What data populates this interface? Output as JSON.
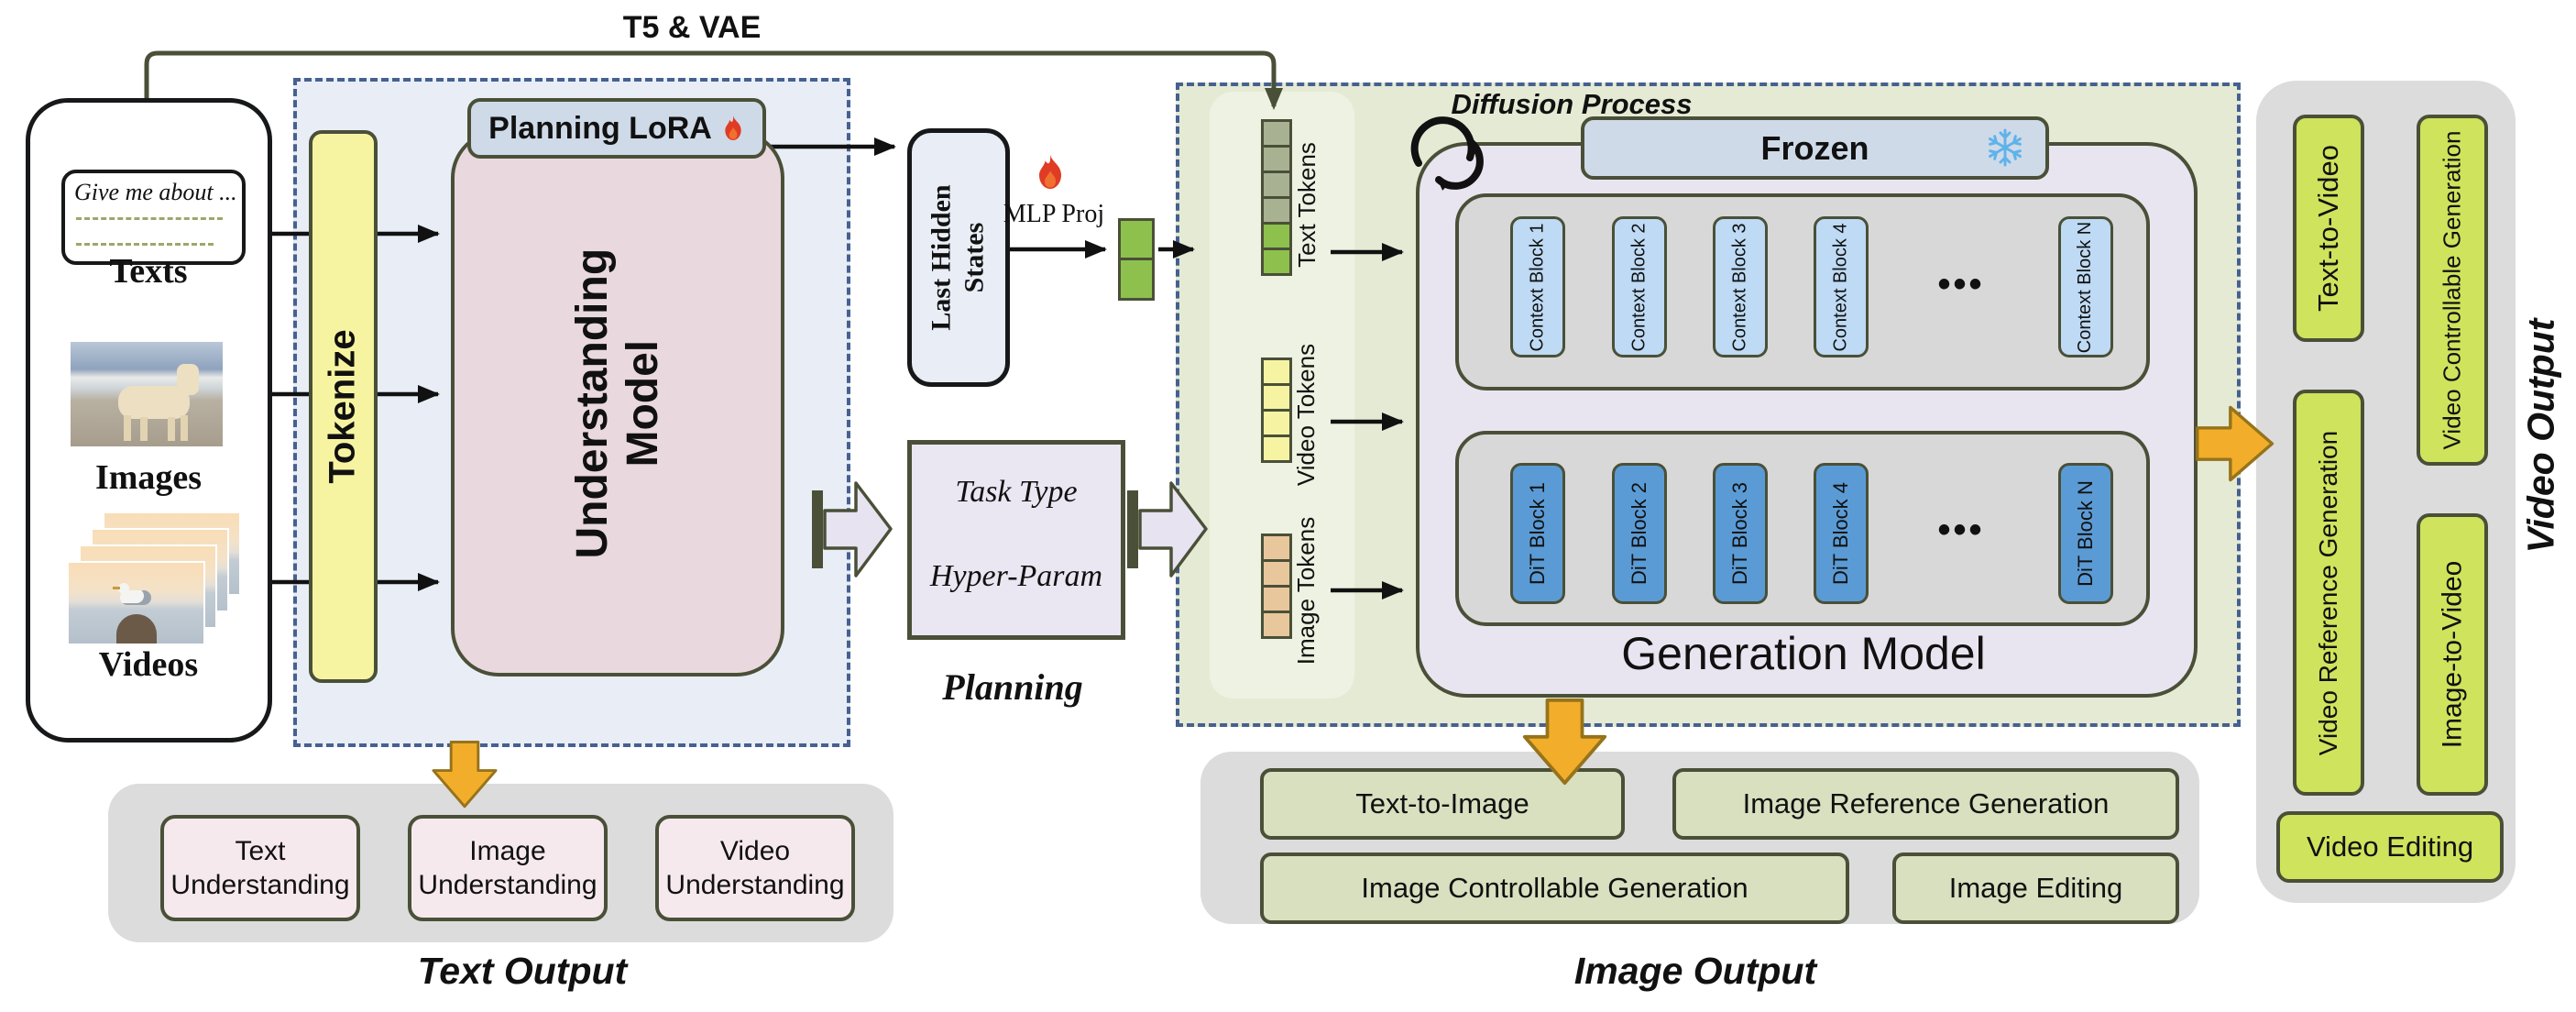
{
  "colors": {
    "dashed_border": "#46618f",
    "olive_stroke": "#4a5038",
    "understanding_fill": "#e8edf6",
    "generation_fill": "#e5ead5",
    "pink_model": "#e9d8de",
    "tokenize_yellow": "#f7f4a1",
    "lora_badge": "#cfdae8",
    "context_blue": "#bedaf4",
    "dit_blue": "#5b9bd5",
    "token_green": "#8ec04e",
    "token_yellow": "#f6f3a3",
    "token_tan": "#e9c79c",
    "gold_arrow": "#f2ae2a",
    "bright_green": "#cfe35c",
    "flame_red": "#e03b24",
    "snowflake_blue": "#5fb3ea"
  },
  "top": {
    "t5_vae": "T5 & VAE"
  },
  "inputs": {
    "note": "Give me about ...",
    "texts": "Texts",
    "images": "Images",
    "videos": "Videos"
  },
  "understanding": {
    "tokenize": "Tokenize",
    "model_line1": "Understanding",
    "model_line2": "Model",
    "lora": "Planning LoRA"
  },
  "planning": {
    "last_hidden_line1": "Last Hidden",
    "last_hidden_line2": "States",
    "mlp": "MLP Proj",
    "task_type": "Task Type",
    "hyper_param": "Hyper-Param",
    "label": "Planning"
  },
  "generation": {
    "diffusion": "Diffusion Process",
    "frozen": "Frozen",
    "text_tokens": "Text Tokens",
    "video_tokens": "Video Tokens",
    "image_tokens": "Image Tokens",
    "context_blocks": [
      "Context Block 1",
      "Context Block 2",
      "Context Block 3",
      "Context Block 4",
      "Context Block N"
    ],
    "dit_blocks": [
      "DiT Block 1",
      "DiT Block 2",
      "DiT Block 3",
      "DiT Block 4",
      "DiT Block N"
    ],
    "ellipsis": "•••",
    "model": "Generation Model"
  },
  "text_output": {
    "label": "Text Output",
    "boxes": [
      {
        "line1": "Text",
        "line2": "Understanding"
      },
      {
        "line1": "Image",
        "line2": "Understanding"
      },
      {
        "line1": "Video",
        "line2": "Understanding"
      }
    ]
  },
  "image_output": {
    "label": "Image Output",
    "boxes": [
      "Text-to-Image",
      "Image Reference Generation",
      "Image Controllable Generation",
      "Image Editing"
    ]
  },
  "video_output": {
    "label": "Video Output",
    "text_to_video": "Text-to-Video",
    "video_controllable": "Video Controllable Generation",
    "video_reference": "Video Reference Generation",
    "image_to_video": "Image-to-Video",
    "video_editing": "Video Editing"
  }
}
